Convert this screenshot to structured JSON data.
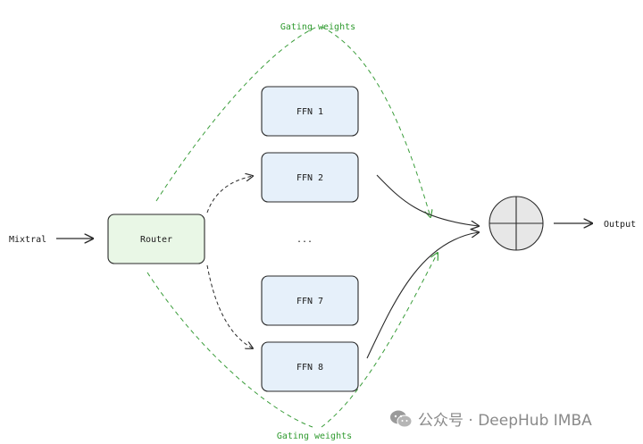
{
  "colors": {
    "ffn_fill": "#e6f0fa",
    "router_fill": "#e9f7e6",
    "gating_green": "#3a9d3a",
    "stroke": "#2a2a2a"
  },
  "diagram": {
    "input_label": "Mixtral",
    "router_label": "Router",
    "experts": [
      {
        "label": "FFN 1"
      },
      {
        "label": "FFN 2"
      },
      {
        "label": "FFN 7"
      },
      {
        "label": "FFN 8"
      }
    ],
    "ellipsis": "...",
    "gating_top": "Gating weights",
    "gating_bottom": "Gating weights",
    "output_label": "Output",
    "combine_icon": "circle-plus-icon"
  },
  "watermark": {
    "icon": "wechat-icon",
    "text": "公众号 · DeepHub IMBA"
  }
}
